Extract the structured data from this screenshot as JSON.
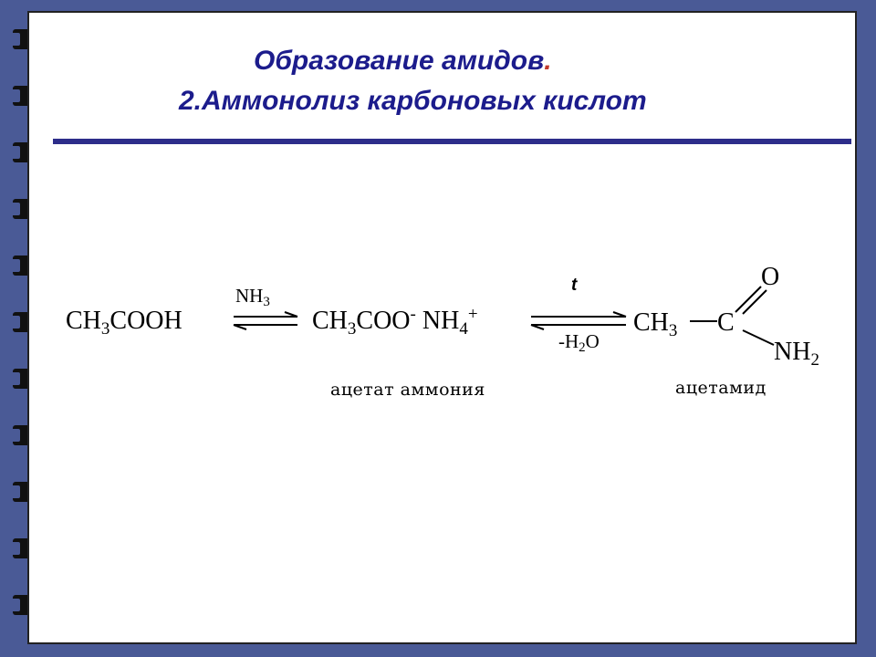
{
  "title": {
    "line1": "Образование амидов",
    "line1_dot": ".",
    "line2": "2.Аммонолиз карбоновых кислот"
  },
  "reaction": {
    "reactant": {
      "a": "CH",
      "a_sub": "3",
      "b": "COOH"
    },
    "reagent1": {
      "a": "NH",
      "a_sub": "3"
    },
    "intermediate": {
      "a": "CH",
      "a_sub": "3",
      "b": "COO",
      "b_sup": "-",
      "c": " NH",
      "c_sub": "4",
      "c_sup": "+"
    },
    "intermediate_name": "ацетат аммония",
    "condition_top": "t",
    "condition_bottom": {
      "a": "-H",
      "a_sub": "2",
      "b": "O"
    },
    "product": {
      "ch": "CH",
      "ch_sub": "3",
      "c": "C",
      "o": "O",
      "nh": "NH",
      "nh_sub": "2"
    },
    "product_name": "ацетамид"
  },
  "colors": {
    "background": "#4a5a96",
    "title": "#1c1c8c",
    "rule": "#2d2d8a",
    "accent_dot": "#c0392b"
  }
}
